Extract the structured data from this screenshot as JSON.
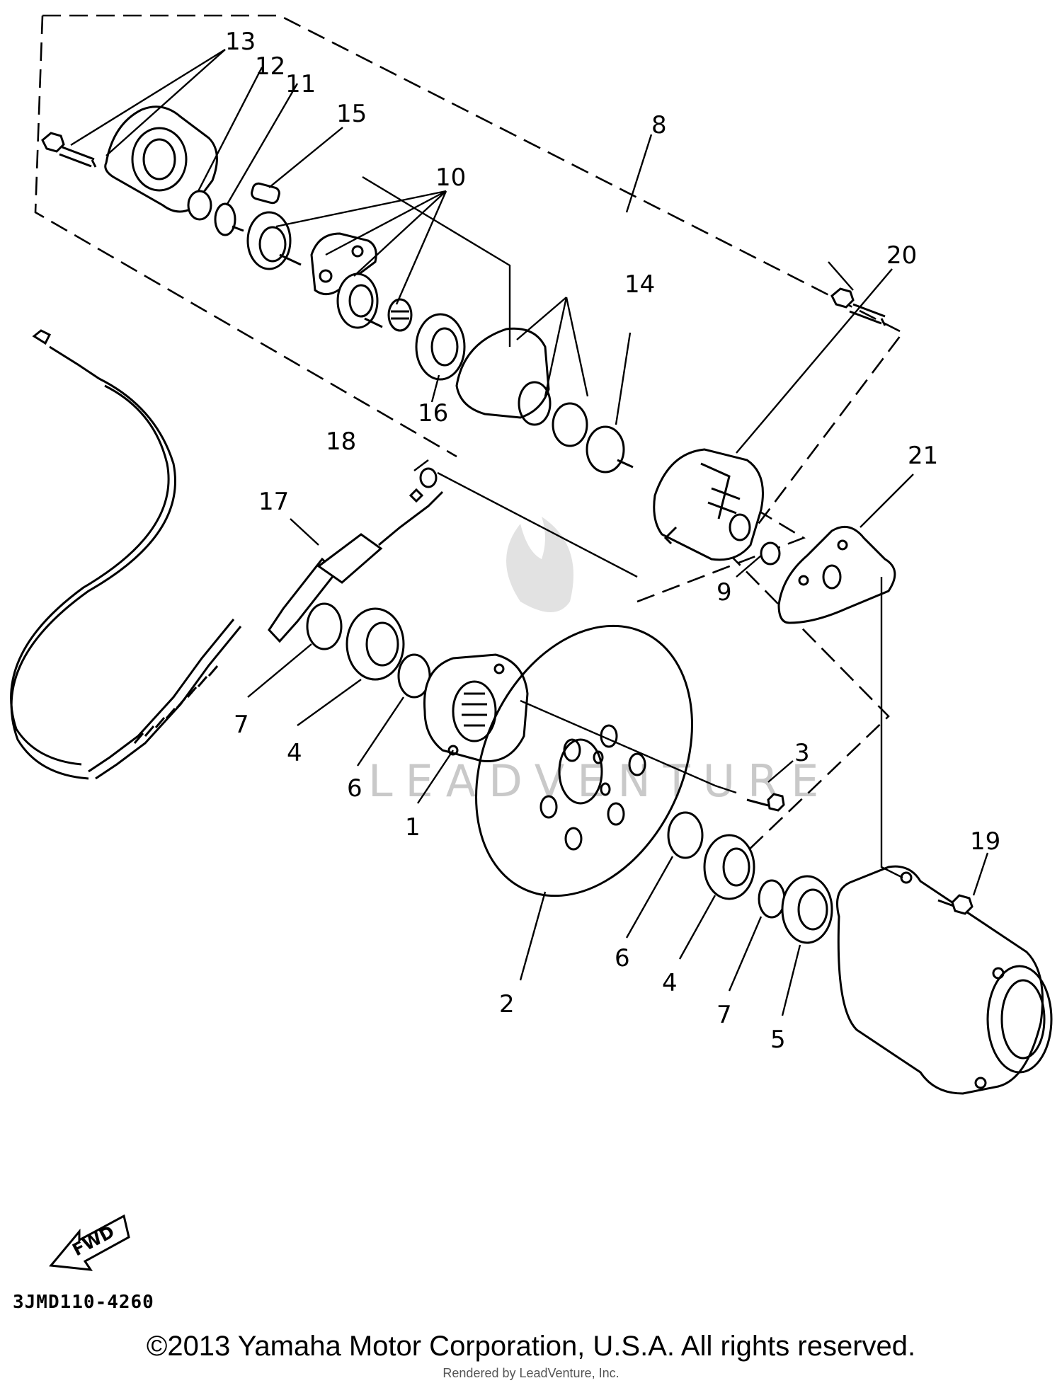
{
  "diagram": {
    "drawing_code": "3JMD110-4260",
    "copyright": "©2013 Yamaha Motor Corporation, U.S.A. All rights reserved.",
    "rendered_by": "Rendered by LeadVenture, Inc.",
    "watermark": "LEADVENTURE",
    "fwd_label": "FWD",
    "callouts": {
      "c1": "1",
      "c2": "2",
      "c3": "3",
      "c4a": "4",
      "c4b": "4",
      "c5": "5",
      "c6a": "6",
      "c6b": "6",
      "c7a": "7",
      "c7b": "7",
      "c8": "8",
      "c9": "9",
      "c10": "10",
      "c11": "11",
      "c12": "12",
      "c13": "13",
      "c14": "14",
      "c15": "15",
      "c16": "16",
      "c17": "17",
      "c18": "18",
      "c19": "19",
      "c20": "20",
      "c21": "21"
    }
  }
}
